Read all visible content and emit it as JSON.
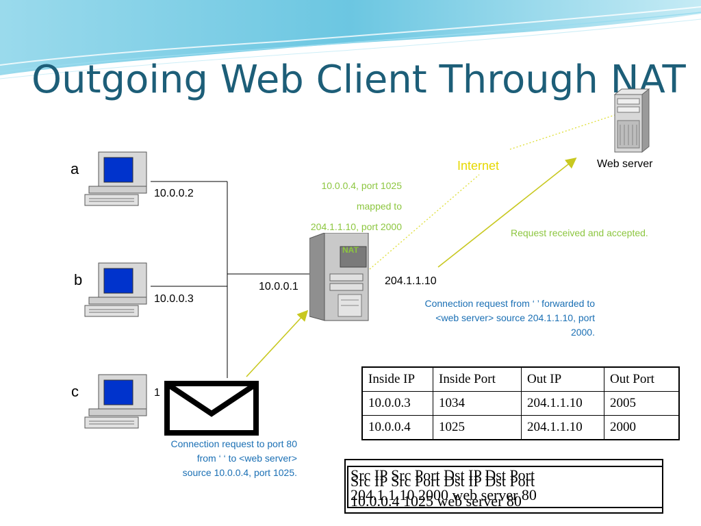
{
  "slide": {
    "title": "Outgoing Web Client Through NAT"
  },
  "hosts": [
    {
      "label": "a",
      "ip": "10.0.0.2"
    },
    {
      "label": "b",
      "ip": "10.0.0.3"
    },
    {
      "label": "c",
      "ip": "1"
    }
  ],
  "nat": {
    "label": "NAT",
    "inside_ip": "10.0.0.1",
    "outside_ip": "204.1.1.10",
    "mapping_lines": [
      "10.0.0.4, port 1025",
      "mapped to",
      "204.1.1.10, port 2000"
    ]
  },
  "internet_label": "Internet",
  "web_server_label": "Web server",
  "notes": {
    "accepted": "Request received and accepted.",
    "forwarded_lines": [
      "Connection request from ‘ ’ forwarded to",
      "<web server>  source 204.1.1.10, port",
      "2000."
    ],
    "client_lines": [
      "Connection request to port 80",
      "from ‘ ‘ to <web server>",
      "source 10.0.0.4, port 1025."
    ]
  },
  "nat_table": {
    "headers": [
      "Inside IP",
      "Inside Port",
      "Out IP",
      "Out Port"
    ],
    "rows": [
      [
        "10.0.0.3",
        "1034",
        "204.1.1.10",
        "2005"
      ],
      [
        "10.0.0.4",
        "1025",
        "204.1.1.10",
        "2000"
      ]
    ]
  },
  "packets": {
    "header_a": "Src IP Src Port Dst IP Dst Port",
    "row_a": "204.1.1.10 2000   web server 80",
    "header_b": "Src IP Src Port Dst IP Dst Port",
    "row_b": "10.0.0.4 1025   web server 80"
  },
  "colors": {
    "title": "#1d5e78",
    "annotation_green": "#8cc63f",
    "annotation_blue": "#1a6fb4",
    "arrow": "#c8c820",
    "wave": "#5bc0de"
  },
  "icons": [
    "computer-icon",
    "server-icon",
    "nat-box-icon",
    "envelope-icon"
  ]
}
